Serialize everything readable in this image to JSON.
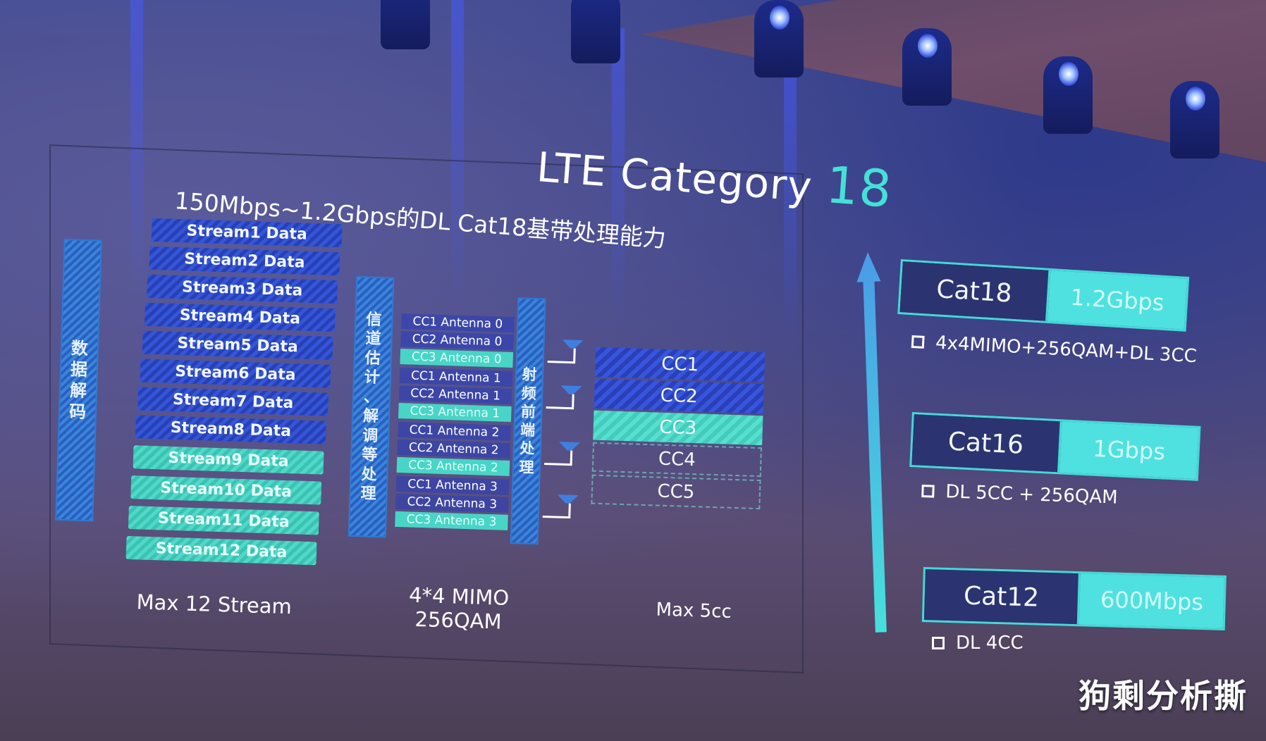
{
  "slide": {
    "title_prefix": "LTE Category ",
    "title_number": "18",
    "subtitle": "150Mbps~1.2Gbps的DL Cat18基带处理能力"
  },
  "diagram": {
    "data_decode_label": [
      "数",
      "据",
      "解",
      "码"
    ],
    "streams": [
      {
        "label": "Stream1 Data",
        "color": "blue"
      },
      {
        "label": "Stream2 Data",
        "color": "blue"
      },
      {
        "label": "Stream3 Data",
        "color": "blue"
      },
      {
        "label": "Stream4 Data",
        "color": "blue"
      },
      {
        "label": "Stream5 Data",
        "color": "blue"
      },
      {
        "label": "Stream6 Data",
        "color": "blue"
      },
      {
        "label": "Stream7 Data",
        "color": "blue"
      },
      {
        "label": "Stream8 Data",
        "color": "blue"
      },
      {
        "label": "Stream9 Data",
        "color": "teal"
      },
      {
        "label": "Stream10 Data",
        "color": "teal"
      },
      {
        "label": "Stream11 Data",
        "color": "teal"
      },
      {
        "label": "Stream12 Data",
        "color": "teal"
      }
    ],
    "channel_label": [
      "信",
      "道",
      "估",
      "计",
      "、",
      "解",
      "调",
      "等",
      "处",
      "理"
    ],
    "antennas": [
      {
        "label": "CC1 Antenna 0",
        "color": "blue"
      },
      {
        "label": "CC2 Antenna 0",
        "color": "blue"
      },
      {
        "label": "CC3 Antenna 0",
        "color": "teal"
      },
      {
        "label": "CC1 Antenna 1",
        "color": "blue"
      },
      {
        "label": "CC2 Antenna 1",
        "color": "blue"
      },
      {
        "label": "CC3 Antenna 1",
        "color": "teal"
      },
      {
        "label": "CC1 Antenna 2",
        "color": "blue"
      },
      {
        "label": "CC2 Antenna 2",
        "color": "blue"
      },
      {
        "label": "CC3 Antenna 2",
        "color": "teal"
      },
      {
        "label": "CC1 Antenna 3",
        "color": "blue"
      },
      {
        "label": "CC2 Antenna 3",
        "color": "blue"
      },
      {
        "label": "CC3 Antenna 3",
        "color": "teal"
      }
    ],
    "rf_label": [
      "射",
      "频",
      "前",
      "端",
      "处",
      "理"
    ],
    "carriers": [
      {
        "label": "CC1",
        "style": "blue"
      },
      {
        "label": "CC2",
        "style": "blue"
      },
      {
        "label": "CC3",
        "style": "teal"
      },
      {
        "label": "CC4",
        "style": "empty"
      },
      {
        "label": "CC5",
        "style": "empty"
      }
    ],
    "captions": {
      "streams": "Max 12 Stream",
      "mimo_line1": "4*4 MIMO",
      "mimo_line2": "256QAM",
      "carriers": "Max 5cc"
    }
  },
  "categories": [
    {
      "name": "Cat18",
      "speed": "1.2Gbps",
      "feature": "4x4MIMO+256QAM+DL 3CC"
    },
    {
      "name": "Cat16",
      "speed": "1Gbps",
      "feature": "DL 5CC + 256QAM"
    },
    {
      "name": "Cat12",
      "speed": "600Mbps",
      "feature": "DL 4CC"
    }
  ],
  "colors": {
    "accent_teal": "#45e0d6",
    "stream_blue": "#3456d8",
    "stream_teal": "#4fd9c8"
  },
  "watermark": "狗剩分析撕"
}
